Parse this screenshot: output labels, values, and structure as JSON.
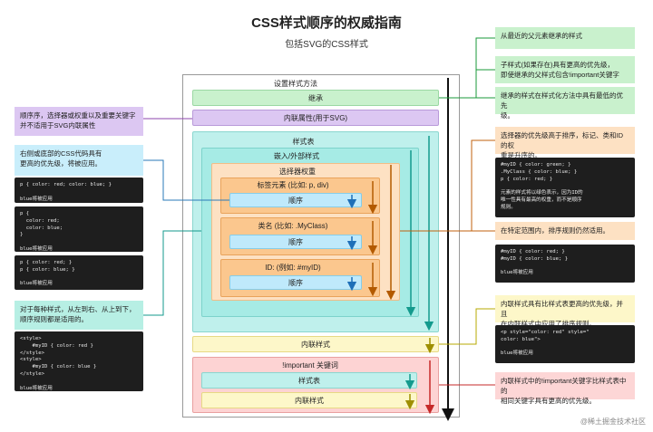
{
  "header": {
    "title": "CSS样式顺序的权威指南",
    "subtitle": "包括SVG的CSS样式"
  },
  "diagram": {
    "panel_title": "设置样式方法",
    "inherit": "继承",
    "inline_svg": "内联属性(用于SVG)",
    "stylesheet": "样式表",
    "embedded_external": "嵌入/外部样式",
    "selector_weight": "选择器权重",
    "tag": "标签元素 (比如: p, div)",
    "class": "类名 (比如: .MyClass)",
    "id": "ID: (例如: #myID)",
    "order": "顺序",
    "inline_style": "内联样式",
    "important": "!important 关键词",
    "imp_stylesheet": "样式表",
    "imp_inline": "内联样式"
  },
  "left_notes": {
    "order_note": "顺序序，选择器或权重以及重要关键字\n并不适用于SVG内联属性",
    "bottom_note": "右侧或底部的CSS代码具有\n更高的优先级，将被应用。",
    "code1": "p { color: red; color: blue; }\n\nblue将被应用",
    "code2": "p {\n  color: red;\n  color: blue;\n}\n\nblue将被应用",
    "code3": "p { color: red; }\np { color: blue; }\n\nblue将被应用",
    "each_note": "对于每种样式，从左到右、从上到下，\n顺序规则都是适用的。",
    "code4": "<style>\n    #myID { color: red }\n</style>\n<style>\n    #myID { color: blue }\n</style>\n\nblue将被应用"
  },
  "right_notes": {
    "parent": "从最近的父元素继承的样式",
    "child": "子样式(如果存在)具有更高的优先级，\n即使继承的父样式包含!important关键字",
    "inherited": "继承的样式在样式化方法中具有最低的优先\n级。",
    "selector_priority": "选择器的优先级高于排序，标记、类和ID的权\n重是升序的。",
    "code5": "#myID { color: green; }\n.MyClass { color: blue; }\np { color: red; }\n\n元素的样式将以绿色表示，因为ID的\n唯一性具有最高的权重，而不是顺序\n规则。",
    "range_note": "在特定范围内，排序规则仍然适用。",
    "code6": "#myID { color: red; }\n#myID { color: blue; }\n\nblue将被应用",
    "inline_priority": "内联样式具有比样式表更高的优先级，并且\n在内联样式中应用了排序规则。",
    "code7": "<p style=\"color: red\" style=\"\ncolor: blue\">\n\nblue将被应用",
    "important_note": "内联样式中的!important关键字比样式表中的\n相同关键字具有更高的优先级。"
  },
  "watermark": "@稀土掘金技术社区",
  "colors": {
    "green": "#1a9a3a",
    "purple": "#8e44ad",
    "blue": "#2a7ab8",
    "orange": "#c0620e",
    "teal": "#139a8d",
    "yellow": "#b7a800",
    "red": "#c62828"
  }
}
